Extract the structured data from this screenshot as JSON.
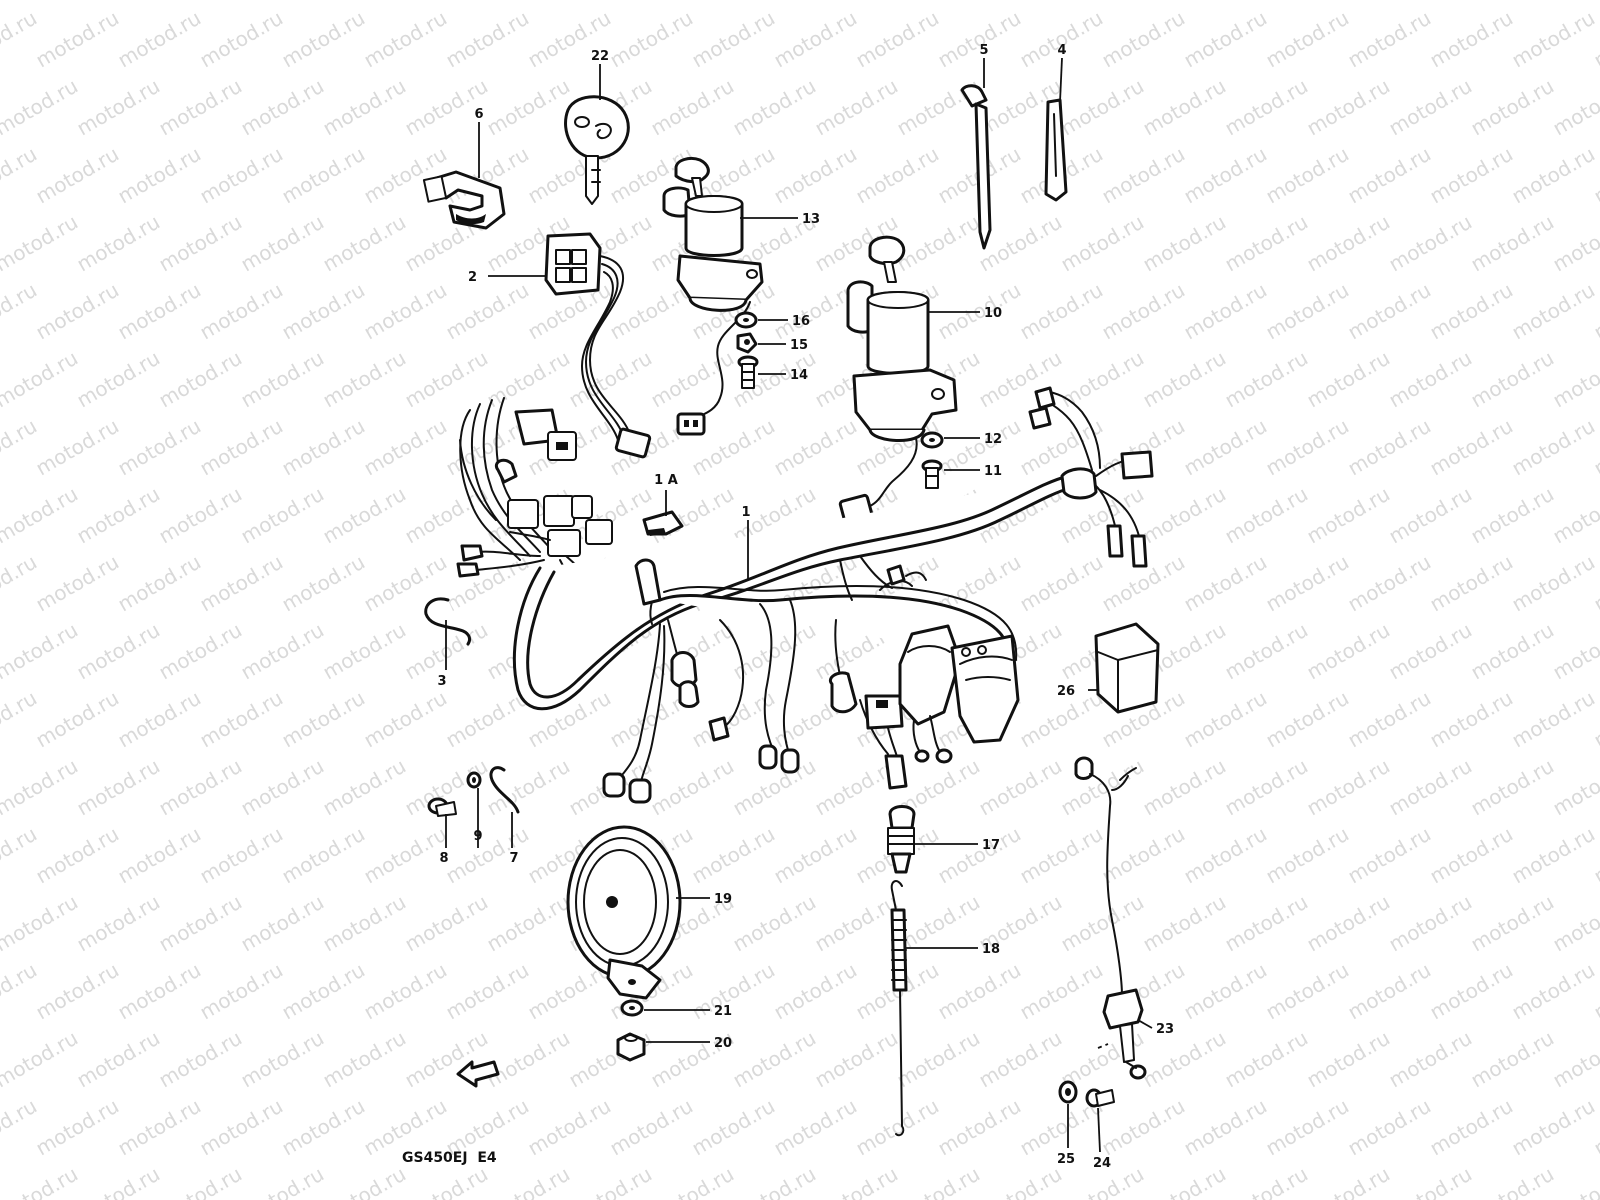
{
  "watermark": {
    "text": "motod.ru"
  },
  "model_code": "GS450EJ  E4",
  "parts": [
    {
      "id": "p1",
      "label": "1"
    },
    {
      "id": "p1a",
      "label": "1 A"
    },
    {
      "id": "p2",
      "label": "2"
    },
    {
      "id": "p3",
      "label": "3"
    },
    {
      "id": "p4",
      "label": "4"
    },
    {
      "id": "p5",
      "label": "5"
    },
    {
      "id": "p6",
      "label": "6"
    },
    {
      "id": "p7",
      "label": "7"
    },
    {
      "id": "p8",
      "label": "8"
    },
    {
      "id": "p9",
      "label": "9"
    },
    {
      "id": "p10",
      "label": "10"
    },
    {
      "id": "p11",
      "label": "11"
    },
    {
      "id": "p12",
      "label": "12"
    },
    {
      "id": "p13",
      "label": "13"
    },
    {
      "id": "p14",
      "label": "14"
    },
    {
      "id": "p15",
      "label": "15"
    },
    {
      "id": "p16",
      "label": "16"
    },
    {
      "id": "p17",
      "label": "17"
    },
    {
      "id": "p18",
      "label": "18"
    },
    {
      "id": "p19",
      "label": "19"
    },
    {
      "id": "p20",
      "label": "20"
    },
    {
      "id": "p21",
      "label": "21"
    },
    {
      "id": "p22",
      "label": "22"
    },
    {
      "id": "p23",
      "label": "23"
    },
    {
      "id": "p24",
      "label": "24"
    },
    {
      "id": "p25",
      "label": "25"
    },
    {
      "id": "p26",
      "label": "26"
    }
  ]
}
